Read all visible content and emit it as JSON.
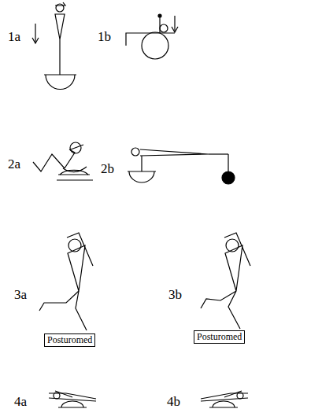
{
  "diagram": {
    "nodes": [
      {
        "text": [
          "Posturomed"
        ]
      },
      {
        "text": [
          "Posturomed"
        ]
      }
    ],
    "labels": [
      "1a",
      "1b",
      "2a",
      "2b",
      "3a",
      "3b",
      "4a",
      "4b"
    ]
  }
}
